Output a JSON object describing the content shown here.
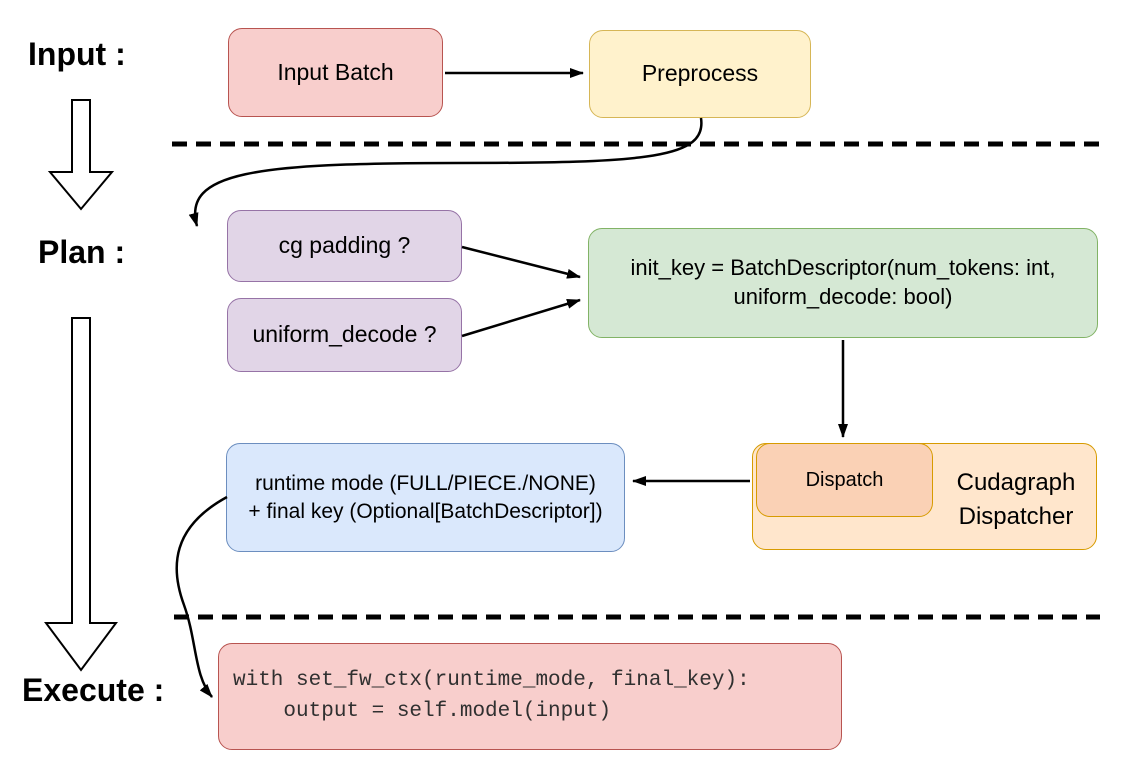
{
  "diagram": {
    "stages": {
      "input_label": "Input :",
      "plan_label": "Plan :",
      "execute_label": "Execute :"
    },
    "nodes": {
      "input_batch": "Input Batch",
      "preprocess": "Preprocess",
      "cg_padding": "cg padding ?",
      "uniform_decode": "uniform_decode ?",
      "init_key_line1": "init_key = BatchDescriptor(num_tokens: int,",
      "init_key_line2": "uniform_decode: bool)",
      "runtime_mode_line1": "runtime mode (FULL/PIECE./NONE)",
      "runtime_mode_line2": "+ final key (Optional[BatchDescriptor])",
      "dispatch": "Dispatch",
      "dispatcher_line1": "Cudagraph",
      "dispatcher_line2": "Dispatcher",
      "execute_code_line1": "with set_fw_ctx(runtime_mode, final_key):",
      "execute_code_line2": "    output = self.model(input)"
    },
    "colors": {
      "red_fill": "#F8CECC",
      "red_stroke": "#B85450",
      "yellow_fill": "#FFF2CC",
      "yellow_stroke": "#D6B656",
      "purple_fill": "#E1D5E7",
      "purple_stroke": "#9673A6",
      "green_fill": "#D5E8D4",
      "green_stroke": "#82B366",
      "blue_fill": "#DAE8FC",
      "blue_stroke": "#6C8EBF",
      "orange_fill": "#FFE6CC",
      "orange_stroke": "#D79B00",
      "peach_fill": "#FAD1B5",
      "peach_stroke": "#D79B00",
      "line_color": "#000000"
    }
  }
}
